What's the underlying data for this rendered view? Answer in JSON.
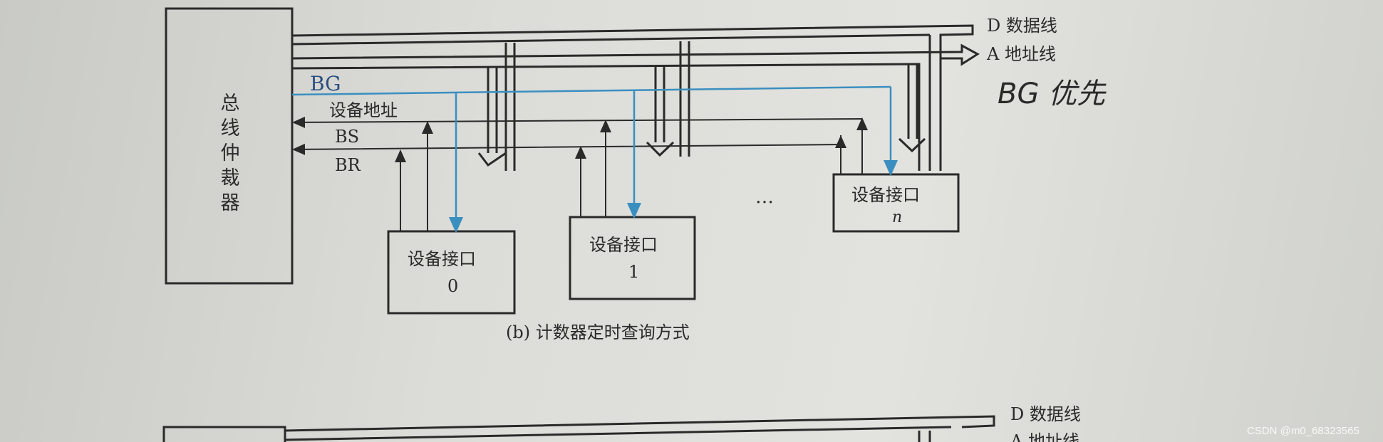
{
  "diagram": {
    "arbiter_label": "总线仲裁器",
    "bus_data_label": "D 数据线",
    "bus_address_label": "A 地址线",
    "signal_bg": "BG",
    "signal_device_address": "设备地址",
    "signal_bs": "BS",
    "signal_br": "BR",
    "devices": [
      {
        "title": "设备接口",
        "index": "0"
      },
      {
        "title": "设备接口",
        "index": "1"
      },
      {
        "title": "设备接口",
        "index": "n"
      }
    ],
    "ellipsis": "…",
    "caption": "(b) 计数器定时查询方式",
    "handwritten_note": "BG 优先",
    "bg_line_color": "#3a8fc0",
    "lower_bus_data_label": "D 数据线",
    "lower_bus_address_label": "A 地址线"
  },
  "watermark": "CSDN @m0_68323565"
}
